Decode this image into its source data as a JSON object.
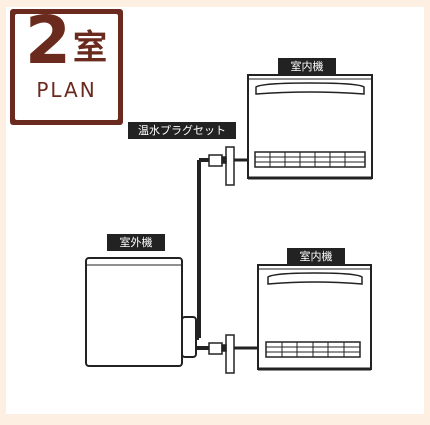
{
  "badge": {
    "number": "2",
    "room": "室",
    "word": "PLAN"
  },
  "labels": {
    "indoor_top": "室内機",
    "indoor_bottom": "室内機",
    "outdoor": "室外機",
    "valve_set": "温水プラグセット"
  },
  "colors": {
    "badge": "#6a2a1d",
    "background": "#fdf0e2",
    "line": "#222222"
  }
}
